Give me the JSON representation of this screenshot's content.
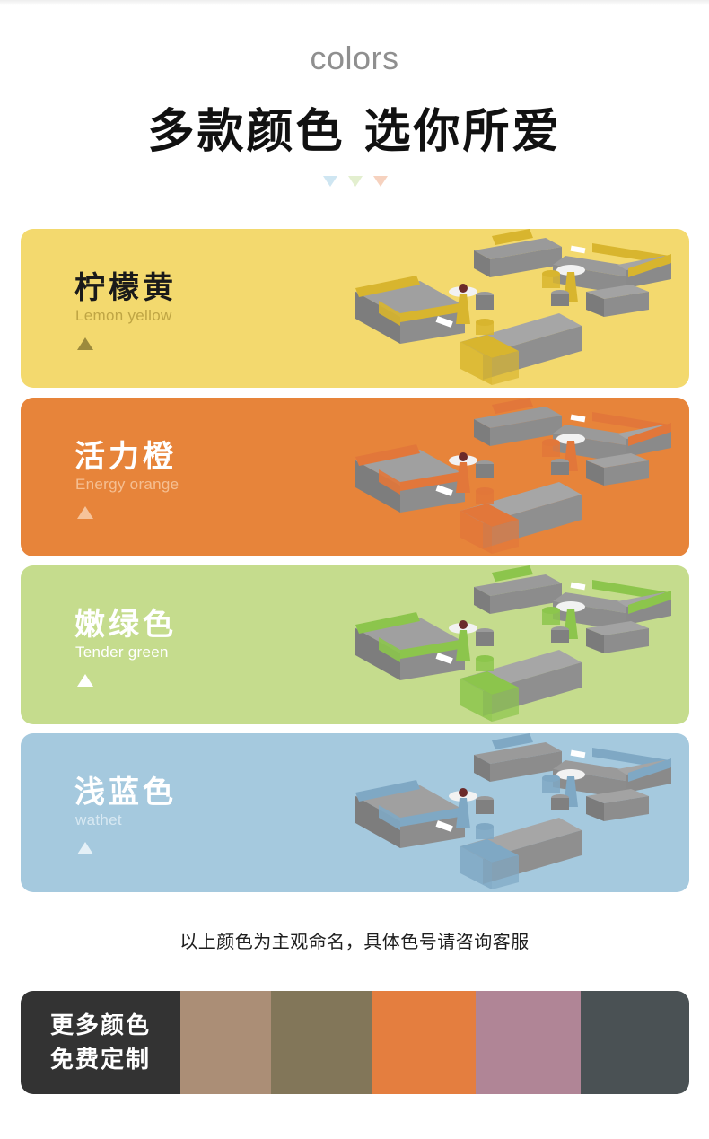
{
  "header": {
    "kicker": "colors",
    "title": "多款颜色 选你所爱",
    "triangle_colors": [
      "#cfe6f2",
      "#e3efcf",
      "#f6d2bf"
    ]
  },
  "cards": [
    {
      "name_cn": "柠檬黄",
      "name_en": "Lemon yellow",
      "bg": "#f3d96e",
      "title_color": "#1a1a1a",
      "sub_color": "#bfa544",
      "tri_color": "#9c8a3c",
      "accent": "#d8b52e"
    },
    {
      "name_cn": "活力橙",
      "name_en": "Energy orange",
      "bg": "#e7843a",
      "title_color": "#ffffff",
      "sub_color": "#f5bf92",
      "tri_color": "#f6c39a",
      "accent": "#e2773a"
    },
    {
      "name_cn": "嫩绿色",
      "name_en": "Tender green",
      "bg": "#c5dc8d",
      "title_color": "#ffffff",
      "sub_color": "#ffffff",
      "tri_color": "#ffffff",
      "accent": "#8cc54c"
    },
    {
      "name_cn": "浅蓝色",
      "name_en": "wathet",
      "bg": "#a5c9de",
      "title_color": "#ffffff",
      "sub_color": "#d7e8f2",
      "tri_color": "#e4f0f7",
      "accent": "#7fa8c4"
    }
  ],
  "note": "以上颜色为主观命名，具体色号请咨询客服",
  "more_colors": {
    "line1": "更多颜色",
    "line2": "免费定制",
    "swatches": [
      "#ab8e76",
      "#827659",
      "#e47e3f",
      "#b08596",
      "#4a5154"
    ]
  }
}
